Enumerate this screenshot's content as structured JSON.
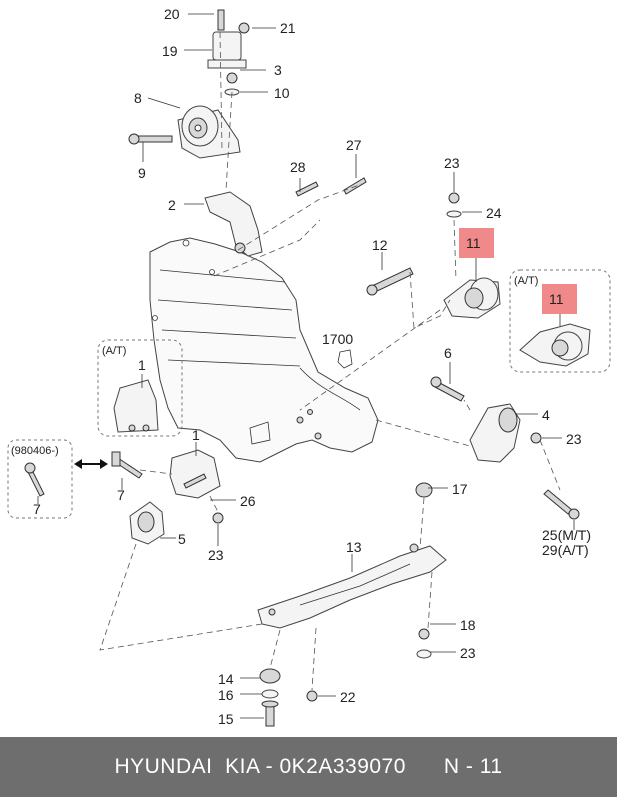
{
  "labels": {
    "l20": "20",
    "l21": "21",
    "l19": "19",
    "l3": "3",
    "l8": "8",
    "l10": "10",
    "l9": "9",
    "l2": "2",
    "l28": "28",
    "l27": "27",
    "l23a": "23",
    "l24": "24",
    "l11a": "11",
    "l12": "12",
    "l1700": "1700",
    "at1": "(A/T)",
    "l11b": "11",
    "at_left": "(A/T)",
    "l1a": "1",
    "l6": "6",
    "l4": "4",
    "l23b": "23",
    "code": "(980406-)",
    "l7a": "7",
    "l1b": "1",
    "l7b": "7",
    "l26": "26",
    "l17": "17",
    "l5": "5",
    "l23c": "23",
    "l25": "25(M/T)",
    "l29": "29(A/T)",
    "l13": "13",
    "l18": "18",
    "l23d": "23",
    "l14": "14",
    "l16": "16",
    "l22": "22",
    "l15": "15"
  },
  "highlight_color": "#f08a8a",
  "footer": {
    "brand": "HYUNDAI  KIA - 0K2A339070",
    "page": "N - 11"
  }
}
